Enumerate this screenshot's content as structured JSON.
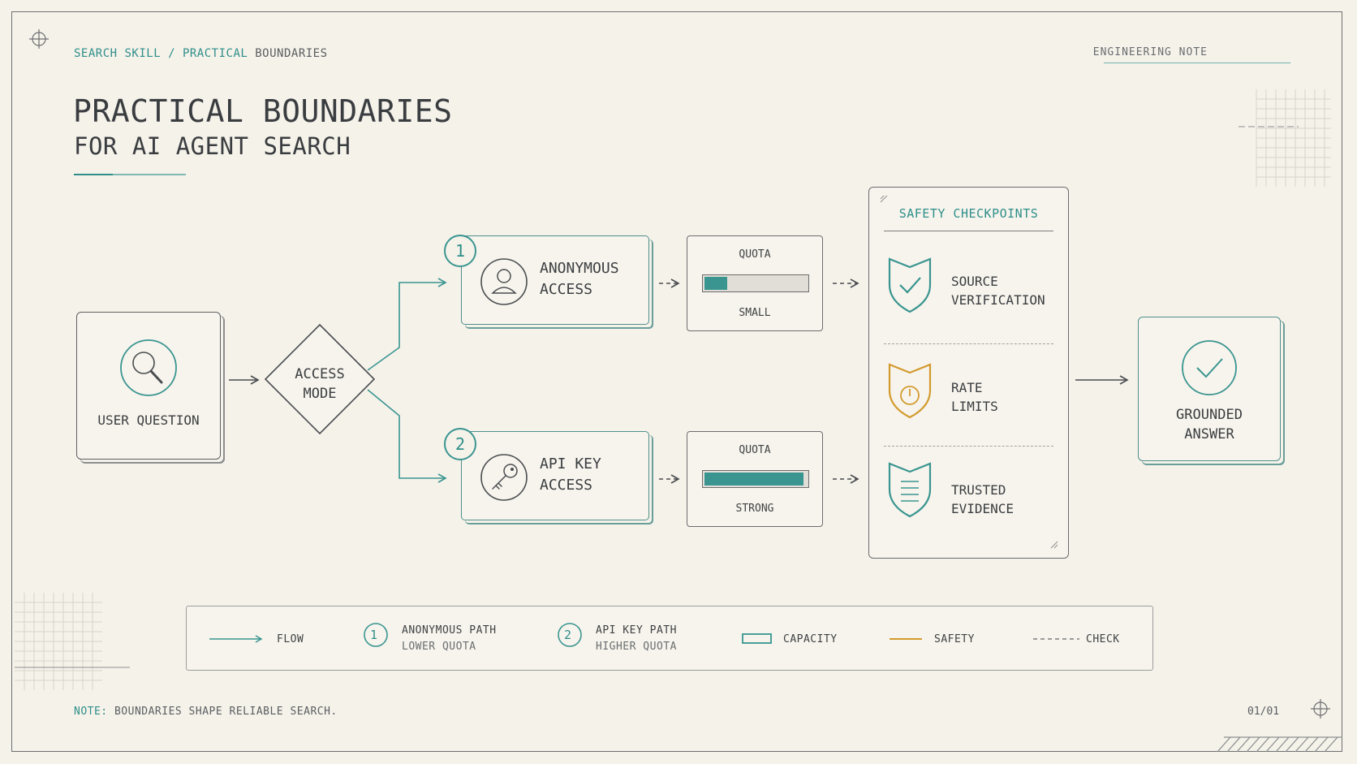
{
  "breadcrumb": {
    "part1": "SEARCH SKILL",
    "sep": " / ",
    "part2": "PRACTICAL",
    "part3": " BOUNDARIES"
  },
  "header_tag": "ENGINEERING NOTE",
  "title": "PRACTICAL BOUNDARIES",
  "subtitle": "FOR AI AGENT SEARCH",
  "nodes": {
    "user_question": "USER QUESTION",
    "access_mode": [
      "ACCESS",
      "MODE"
    ],
    "anonymous": {
      "badge": "1",
      "line1": "ANONYMOUS",
      "line2": "ACCESS"
    },
    "api_key": {
      "badge": "2",
      "line1": "API KEY",
      "line2": "ACCESS"
    },
    "quota_small": {
      "top": "QUOTA",
      "bottom": "SMALL",
      "fill_fraction": 0.22
    },
    "quota_strong": {
      "top": "QUOTA",
      "bottom": "STRONG",
      "fill_fraction": 0.97
    },
    "safety": {
      "title": "SAFETY CHECKPOINTS",
      "items": [
        {
          "line1": "SOURCE",
          "line2": "VERIFICATION"
        },
        {
          "line1": "RATE",
          "line2": "LIMITS"
        },
        {
          "line1": "TRUSTED",
          "line2": "EVIDENCE"
        }
      ]
    },
    "answer": [
      "GROUNDED",
      "ANSWER"
    ]
  },
  "legend": {
    "flow": "FLOW",
    "anon_badge": "1",
    "anon_title": "ANONYMOUS PATH",
    "anon_sub": "LOWER QUOTA",
    "api_badge": "2",
    "api_title": "API KEY PATH",
    "api_sub": "HIGHER QUOTA",
    "capacity": "CAPACITY",
    "safety": "SAFETY",
    "check": "CHECK"
  },
  "footer": {
    "note_label": "NOTE:",
    "note_text": " BOUNDARIES SHAPE RELIABLE SEARCH.",
    "page": "01/01"
  },
  "colors": {
    "teal": "#2f8e8a",
    "amber": "#d39a2e",
    "ink": "#3a3d40",
    "paper": "#f5f2ea"
  }
}
